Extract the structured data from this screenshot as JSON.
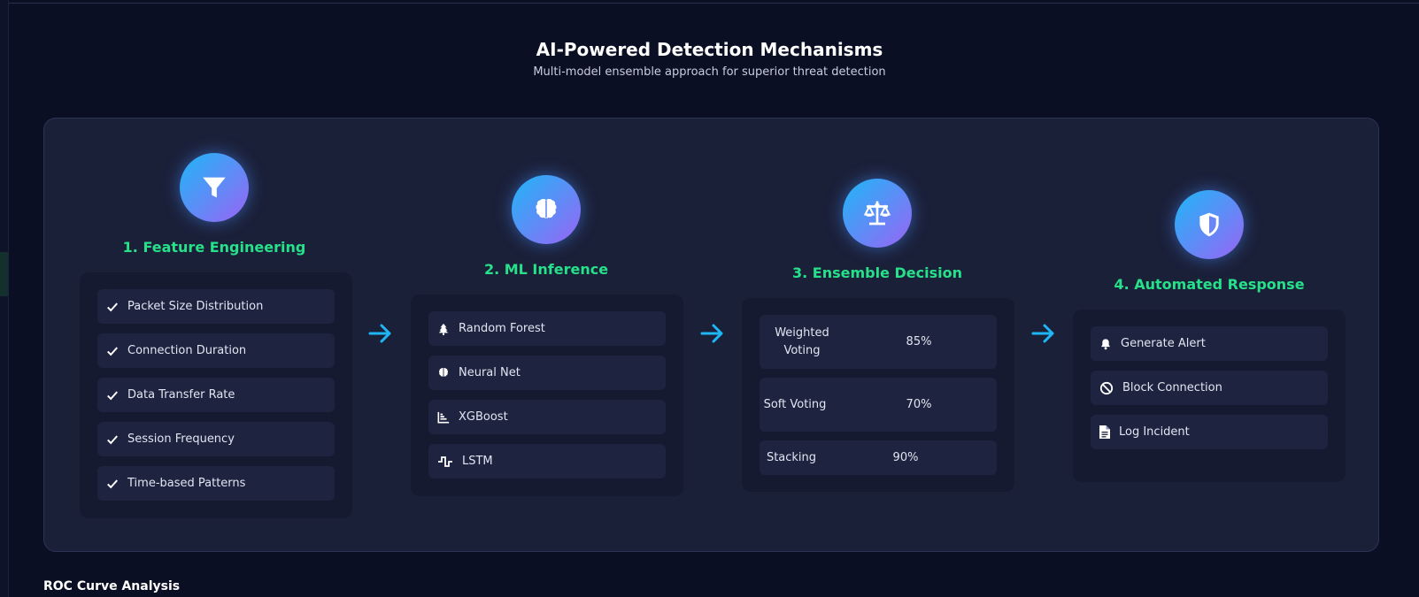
{
  "section": {
    "title": "AI-Powered Detection Mechanisms",
    "subtitle": "Multi-model ensemble approach for superior threat detection"
  },
  "stages": [
    {
      "title": "1. Feature Engineering",
      "icon": "filter-icon",
      "items": [
        {
          "label": "Packet Size Distribution",
          "icon": "check-icon"
        },
        {
          "label": "Connection Duration",
          "icon": "check-icon"
        },
        {
          "label": "Data Transfer Rate",
          "icon": "check-icon"
        },
        {
          "label": "Session Frequency",
          "icon": "check-icon"
        },
        {
          "label": "Time-based Patterns",
          "icon": "check-icon"
        }
      ]
    },
    {
      "title": "2. ML Inference",
      "icon": "brain-icon",
      "items": [
        {
          "label": "Random Forest",
          "icon": "tree-icon"
        },
        {
          "label": "Neural Net",
          "icon": "brain-icon"
        },
        {
          "label": "XGBoost",
          "icon": "bar-chart-icon"
        },
        {
          "label": "LSTM",
          "icon": "wave-icon"
        }
      ]
    },
    {
      "title": "3. Ensemble Decision",
      "icon": "balance-scale-icon",
      "items": [
        {
          "label": "Weighted Voting",
          "value": "85%"
        },
        {
          "label": "Soft Voting",
          "value": "70%"
        },
        {
          "label": "Stacking",
          "value": "90%"
        }
      ]
    },
    {
      "title": "4. Automated Response",
      "icon": "shield-icon",
      "items": [
        {
          "label": "Generate Alert",
          "icon": "bell-icon"
        },
        {
          "label": "Block Connection",
          "icon": "ban-icon"
        },
        {
          "label": "Log Incident",
          "icon": "file-icon"
        }
      ]
    }
  ],
  "colors": {
    "accent_green": "#27e08a",
    "arrow_blue": "#1fb6f6",
    "icon_gradient_start": "#1fb6f6",
    "icon_gradient_end": "#9a63f4"
  },
  "next_section": {
    "title": "ROC Curve Analysis"
  }
}
